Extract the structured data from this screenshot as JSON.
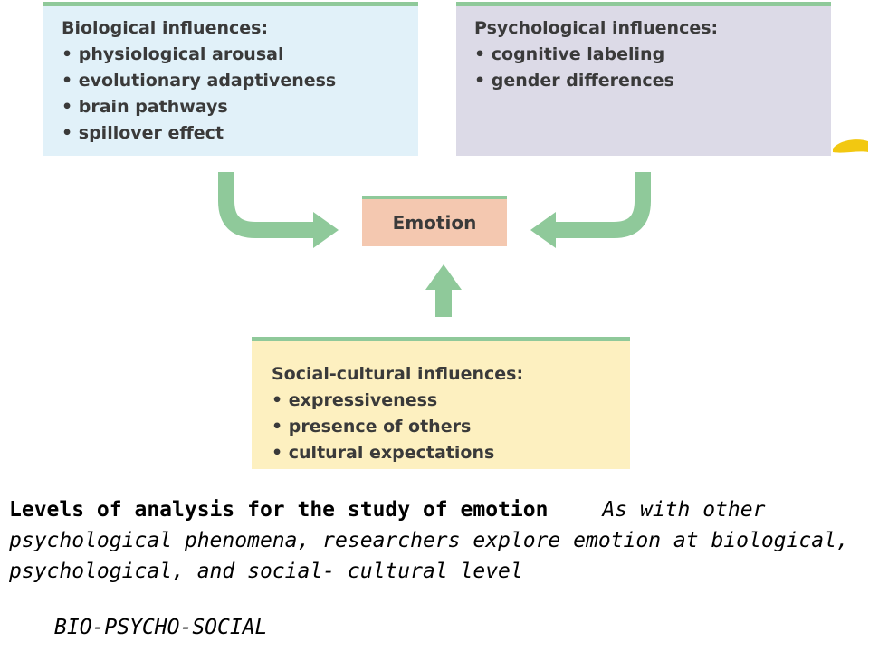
{
  "diagram": {
    "biological": {
      "title": "Biological influences:",
      "items": [
        "physiological arousal",
        "evolutionary adaptiveness",
        "brain pathways",
        "spillover effect"
      ]
    },
    "psychological": {
      "title": "Psychological influences:",
      "items": [
        "cognitive labeling",
        "gender differences"
      ]
    },
    "social_cultural": {
      "title": "Social-cultural influences:",
      "items": [
        "expressiveness",
        "presence of others",
        "cultural expectations"
      ]
    },
    "center": "Emotion"
  },
  "caption": {
    "bold": "Levels of analysis for the study of emotion",
    "italic": "As with other psychological phenomena, researchers explore emotion at biological, psychological, and social- cultural level"
  },
  "footer": "BIO-PSYCHO-SOCIAL",
  "colors": {
    "box_border": "#8fc99a",
    "biological_bg": "#e1f1f9",
    "psychological_bg": "#dcdae7",
    "social_bg": "#fdf0c0",
    "emotion_bg": "#f4c8b0",
    "arrow": "#8fc99a"
  }
}
